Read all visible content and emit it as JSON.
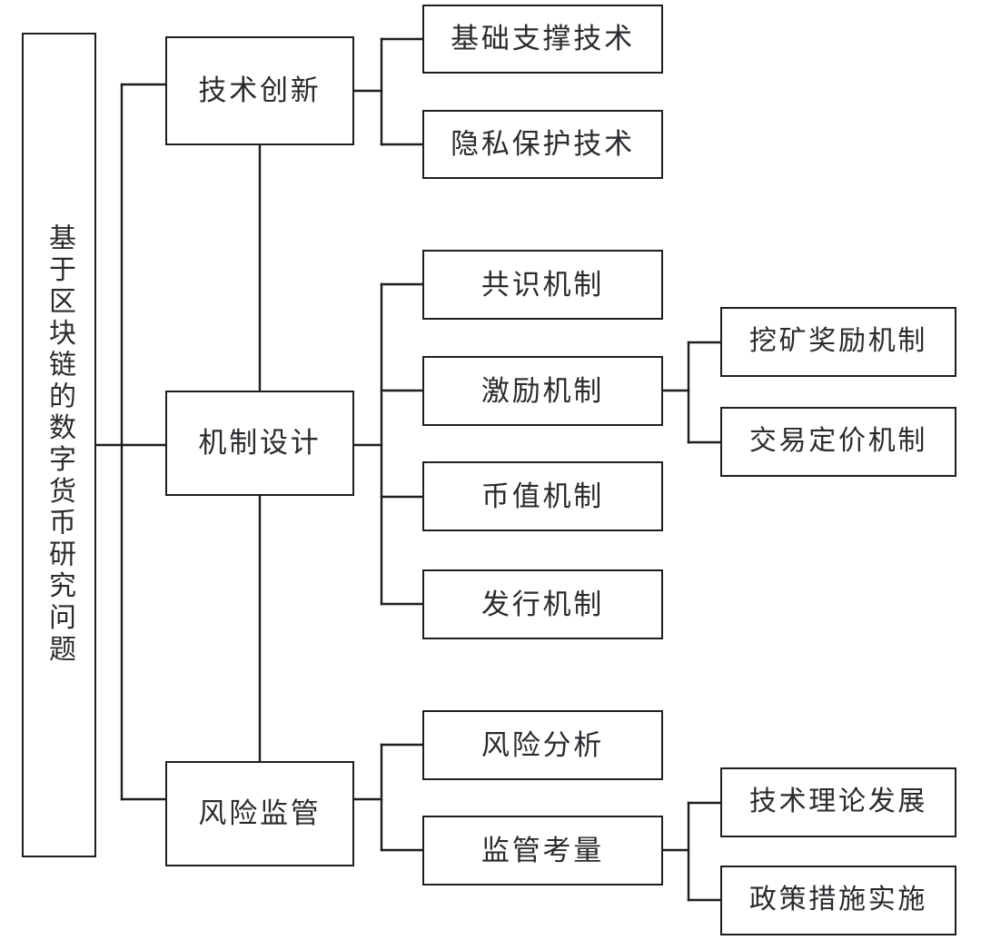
{
  "diagram": {
    "title": "基于区块链的数字货币研究问题",
    "type": "tree-hierarchy",
    "colors": {
      "background": "#ffffff",
      "node_border": "#1d1d22",
      "node_fill": "#ffffff",
      "text": "#2a2a2f",
      "connector": "#1d1d22"
    },
    "root": {
      "label": "基于区块链的数字货币研究问题",
      "orientation": "vertical"
    },
    "branches": [
      {
        "label": "技术创新",
        "children": [
          {
            "label": "基础支撑技术",
            "children": []
          },
          {
            "label": "隐私保护技术",
            "children": []
          }
        ]
      },
      {
        "label": "机制设计",
        "children": [
          {
            "label": "共识机制",
            "children": []
          },
          {
            "label": "激励机制",
            "children": [
              {
                "label": "挖矿奖励机制"
              },
              {
                "label": "交易定价机制"
              }
            ]
          },
          {
            "label": "币值机制",
            "children": []
          },
          {
            "label": "发行机制",
            "children": []
          }
        ]
      },
      {
        "label": "风险监管",
        "children": [
          {
            "label": "风险分析",
            "children": []
          },
          {
            "label": "监管考量",
            "children": [
              {
                "label": "技术理论发展"
              },
              {
                "label": "政策措施实施"
              }
            ]
          }
        ]
      }
    ],
    "nodes": {
      "root": "基于区块链的数字货币研究问题",
      "tech_innovation": "技术创新",
      "base_support_tech": "基础支撑技术",
      "privacy_protection_tech": "隐私保护技术",
      "mechanism_design": "机制设计",
      "consensus_mechanism": "共识机制",
      "incentive_mechanism": "激励机制",
      "mining_reward_mechanism": "挖矿奖励机制",
      "transaction_pricing_mechanism": "交易定价机制",
      "currency_value_mechanism": "币值机制",
      "issuance_mechanism": "发行机制",
      "risk_regulation": "风险监管",
      "risk_analysis": "风险分析",
      "regulatory_consideration": "监管考量",
      "tech_theory_development": "技术理论发展",
      "policy_measure_implementation": "政策措施实施"
    }
  }
}
